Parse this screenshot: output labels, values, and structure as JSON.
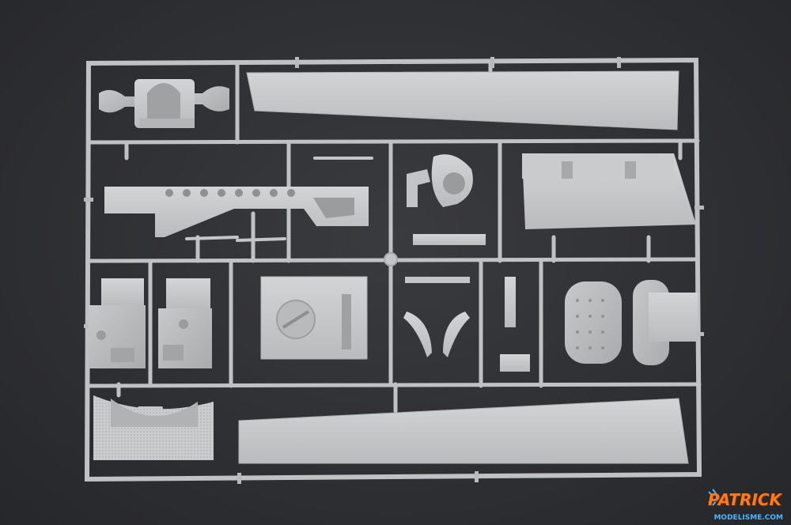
{
  "photo": {
    "subject": "plastic-model-sprue-frame",
    "background_color": "#2f3033",
    "plastic_color": "#c4c6c8"
  },
  "watermark": {
    "line1": "PATRICK",
    "line2": "MODELISME.COM",
    "accent_orange": "#ff7a1a",
    "accent_blue": "#49b7ff",
    "icon": "wifi-waves-icon"
  }
}
